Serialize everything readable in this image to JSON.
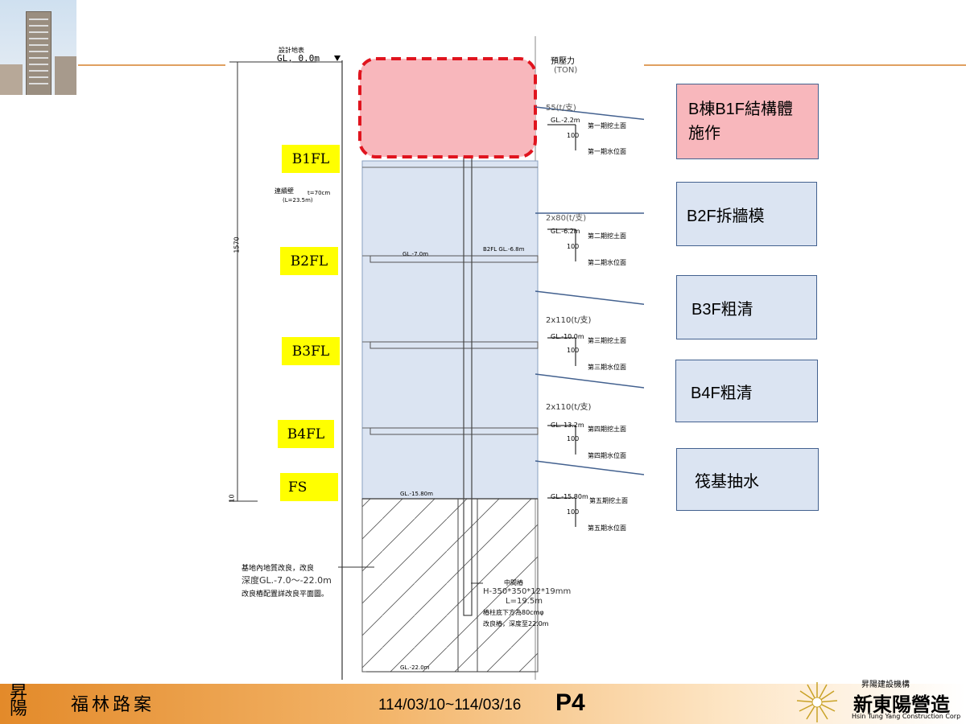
{
  "header": {
    "accent_color": "#e0a060"
  },
  "drawing": {
    "ground_label_top": "設計地表",
    "ground_label": "GL. 0.0m",
    "preload_header": "預壓力",
    "preload_unit": "(TON)",
    "preload_1": "55(t/支)",
    "preload_2": "2x80(t/支)",
    "preload_3": "2x110(t/支)",
    "preload_4": "2x110(t/支)",
    "exc_1": "GL.-2.2m",
    "exc_2": "GL.-6.2m",
    "exc_3": "GL.-10.0m",
    "exc_4": "GL.-13.2m",
    "exc_5": "GL.-15.80m",
    "dim_100": "100",
    "stage1_exc": "第一期挖土面",
    "stage1_water": "第一期水位面",
    "stage2_exc": "第二期挖土面",
    "stage2_water": "第二期水位面",
    "stage3_exc": "第三期挖土面",
    "stage3_water": "第三期水位面",
    "stage4_exc": "第四期挖土面",
    "stage4_water": "第四期水位面",
    "stage5_exc": "第五期挖土面",
    "stage5_water": "第五期水位面",
    "wall_label": "連續壁",
    "wall_thickness": "t=70cm",
    "wall_length": "(L=23.5m)",
    "depth_dim": "1570",
    "depth_small": "10",
    "b2fl_mark": "B2FL  GL.-6.8m",
    "gl7": "GL.-7.0m",
    "gl158": "GL.-15.80m",
    "gl22": "GL.-22.0m",
    "soil_note_1": "基地內地質改良，改良",
    "soil_note_2": "深度GL.-7.0～-22.0m",
    "soil_note_3": "改良樁配置詳改良平面圖。",
    "column_1": "中間樁",
    "column_2": "H-350*350*12*19mm",
    "column_3": "L=19.5m",
    "column_4": "樁柱底下方為80cmφ",
    "column_5": "改良樁，深度至22.0m"
  },
  "levels": [
    {
      "label": "B1FL"
    },
    {
      "label": "B2FL"
    },
    {
      "label": "B3FL"
    },
    {
      "label": "B4FL"
    },
    {
      "label": "FS"
    }
  ],
  "callouts": [
    {
      "text": "B棟B1F結構體施作"
    },
    {
      "text": "B2F拆牆模"
    },
    {
      "text": "B3F粗清"
    },
    {
      "text": "B4F粗清"
    },
    {
      "text": "筏基抽水"
    }
  ],
  "footer": {
    "project": "福林路案",
    "logo_chars": "昇陽",
    "date_range": "114/03/10~114/03/16",
    "page": "P4",
    "company_small": "昇陽建設機構",
    "company_name": "新東陽營造",
    "company_en": "Hsin Tung Yang Construction Corp"
  },
  "colors": {
    "highlight_fill": "#f8b7bc",
    "highlight_border": "#e0141e",
    "zone_fill": "#dbe4f2",
    "level_label_bg": "#ffff00",
    "callout_border": "#43618f"
  }
}
